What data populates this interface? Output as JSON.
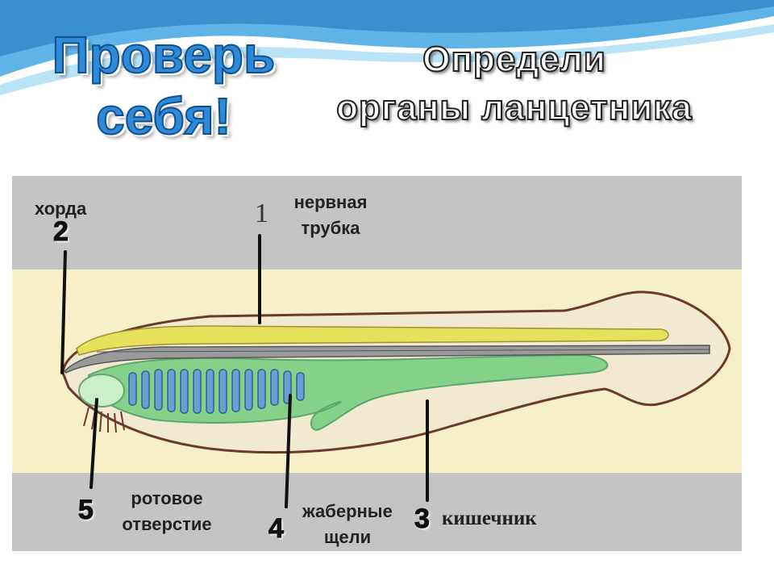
{
  "title": {
    "left_line1": "Проверь",
    "left_line2": "себя!",
    "right_line1": "Определи",
    "right_line2": "органы ланцетника"
  },
  "labels": {
    "chord": "хорда",
    "nerve_line1": "нервная",
    "nerve_line2": "трубка",
    "mouth_line1": "ротовое",
    "mouth_line2": "отверстие",
    "gills_line1": "жаберные",
    "gills_line2": "щели",
    "intestine": "кишечник"
  },
  "numbers": {
    "nerve": "1",
    "chord": "2",
    "intestine": "3",
    "gills": "4",
    "mouth": "5"
  },
  "colors": {
    "title_blue": "#2e8ad6",
    "panel_gray": "#c4c4c4",
    "paper": "#f6efc7",
    "nerve_yellow": "#e6e05a",
    "gut_green": "#7cd07c",
    "gill_blue": "#6a9fd0"
  }
}
